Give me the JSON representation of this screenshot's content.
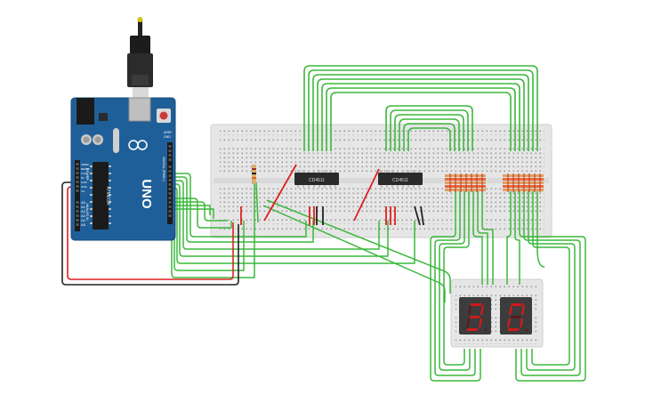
{
  "arduino": {
    "brand": "UNO",
    "ic_label": "ATMEGA",
    "aref": "AREF",
    "gnd": "GND",
    "power_header_label": "POWER",
    "analog_header_label": "ANALOG IN",
    "digital_header_label": "DIGITAL (PWM~)",
    "power_pins": [
      "IOREF",
      "RESET",
      "3.3V",
      "5V",
      "GND",
      "GND",
      "Vin"
    ],
    "analog_pins": [
      "A0",
      "A1",
      "A2",
      "A3",
      "A4",
      "A5"
    ]
  },
  "chips": [
    {
      "label": "CD4511"
    },
    {
      "label": "CD4511"
    }
  ],
  "displays": [
    {
      "digit": "3"
    },
    {
      "digit": "0"
    }
  ],
  "colors": {
    "board": "#1f5f99",
    "breadboard": "#e6e6e6",
    "wire_green": "#3cb83c",
    "wire_red": "#e02020",
    "wire_black": "#222222",
    "segment_on": "#d11a1a",
    "display_body": "#3c3c3c"
  }
}
